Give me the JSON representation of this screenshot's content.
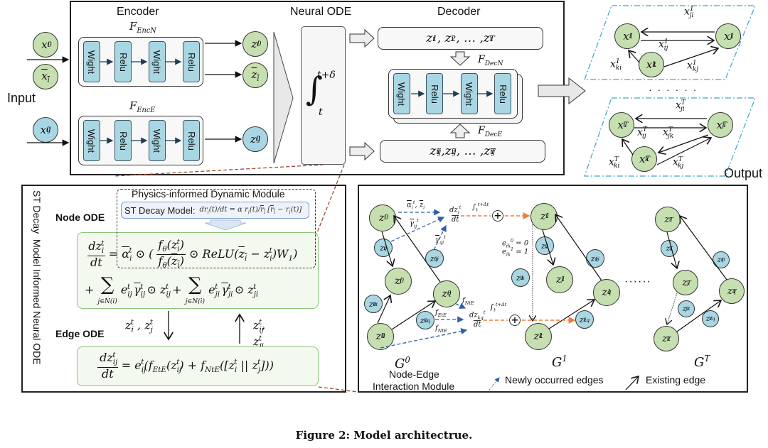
{
  "caption": "Figure 2: Model architectrue.",
  "top": {
    "input_label": "Input",
    "output_label": "Output",
    "inputs": {
      "node_initial": "x_i^0",
      "node_mean": "x̄_i",
      "edge_initial": "x_ij^0"
    },
    "encoder": {
      "title": "Encoder",
      "node_encoder_label": "F_EncN",
      "edge_encoder_label": "F_EncE",
      "layers": [
        "Wight",
        "Relu",
        "Wight",
        "Relu"
      ],
      "outputs": {
        "node_latent": "z_i^0",
        "node_mean_latent": "z̄_i",
        "edge_latent": "z_ij^0"
      }
    },
    "neural_ode": {
      "title": "Neural ODE",
      "integral_upper": "t+δ",
      "integral_lower": "t"
    },
    "decoder": {
      "title": "Decoder",
      "node_sequence": "z_i^1, z_i^2, … ,z_i^T",
      "edge_sequence": "z_ij^1, z_ij^2, … ,z_ij^T",
      "node_decoder_label": "F_DecN",
      "edge_decoder_label": "F_DecE",
      "layers": [
        "Wight",
        "Relu",
        "Wight",
        "Relu"
      ]
    },
    "output_graphs": [
      {
        "time": "1",
        "nodes": [
          "x_i^1",
          "x_j^1",
          "x_k^1"
        ],
        "edges": [
          "x_ji^1",
          "x_ij^1",
          "x_ki^1",
          "x_kj^1"
        ]
      },
      {
        "time": "T",
        "nodes": [
          "x_i^T",
          "x_j^T",
          "x_k^T"
        ],
        "edges": [
          "x_ji^T",
          "x_ij^T",
          "x_jk^T",
          "x_ki^T",
          "x_kj^T"
        ]
      }
    ],
    "ellipsis": "· · · · · ·"
  },
  "ode_panel": {
    "side_title": "ST Decay  Model Informed Neural ODE",
    "physics_module_title": "Physics-informed Dynamic Module",
    "st_decay_label": "ST Decay Model:",
    "st_decay_equation": "dr_i(t)/dt = α · r_i(t)/r̄_i · [r̄_i − r_i(t)]",
    "node_ode_label": "Node ODE",
    "node_ode_eq_line1": "dz_i^t/dt = α_i^t ⊙ ( f_θ(z_i^t) / f_θ(z̄_i) ⊙ ReLU(z̄_i − z_i^t) W_1 )",
    "node_ode_eq_line2": "+ Σ_{j∈N(i)} e_ij^t γ_ij^t ⊙ z_ij^t + Σ_{j∈N(i)} e_ji^t γ_ji^t ⊙ z_ji^t",
    "down_arrow_label": "z_i^t , z_j^t",
    "up_arrow_label": "z_ij^t, z_ji^t",
    "edge_ode_label": "Edge ODE",
    "edge_ode_eq": "dz_ij^t/dt = e_ij^t ( f_EtE(z_ij^t) + f_NtE([z_i^t || z_j^t]) )"
  },
  "interaction_panel": {
    "module_label_line1": "Node-Edge",
    "module_label_line2": "Interaction Module",
    "graphs": [
      {
        "label": "G^0",
        "nodes": [
          "z_i^0",
          "z_j^0",
          "z_q^0",
          "z_k^0"
        ],
        "edge_nodes": [
          "z_ij^0",
          "z_qi^0",
          "z_ki^0",
          "z_kq^0"
        ]
      },
      {
        "label": "G^1",
        "nodes": [
          "z_i^1",
          "z_j^1",
          "z_q^1",
          "z_k^1"
        ],
        "edge_nodes": [
          "z_ij^1",
          "z_qi^1",
          "z_ik^1",
          "z_kq^1"
        ]
      },
      {
        "label": "G^T",
        "nodes": [
          "z_i^T",
          "z_j^T",
          "z_q^T",
          "z_k^T"
        ],
        "edge_nodes": [
          "z_ij^T",
          "z_qi^T",
          "z_jk^T",
          "z_kq^T"
        ]
      }
    ],
    "flow_labels": {
      "alpha_zbar": "α_i^t, z̄_i",
      "gamma_ij": "γ_ij^t",
      "gamma_qi": "γ_qi^t",
      "dzi_dt": "dz_i^t/dt",
      "dzkq_dt": "dz_kq^t/dt",
      "integral": "∫_t^{t+Δt}",
      "f_NtE": "f_NtE",
      "f_EtE": "f_EtE",
      "edge_state_0": "e_ik^0 = 0",
      "edge_state_1": "e_ik^1 = 1"
    },
    "ellipsis": "······",
    "legend": {
      "new_edges": "Newly occurred edges",
      "existing_edge": "Existing edge"
    }
  },
  "colors": {
    "node_green": "#c6dfb0",
    "edge_blue": "#a9d6e3",
    "equation_border": "#8cc27a",
    "flow_blue": "#2f5fa8",
    "flow_orange": "#f07a35",
    "output_frame": "#3aa6c9",
    "connector_brown": "#9a4a2c"
  }
}
